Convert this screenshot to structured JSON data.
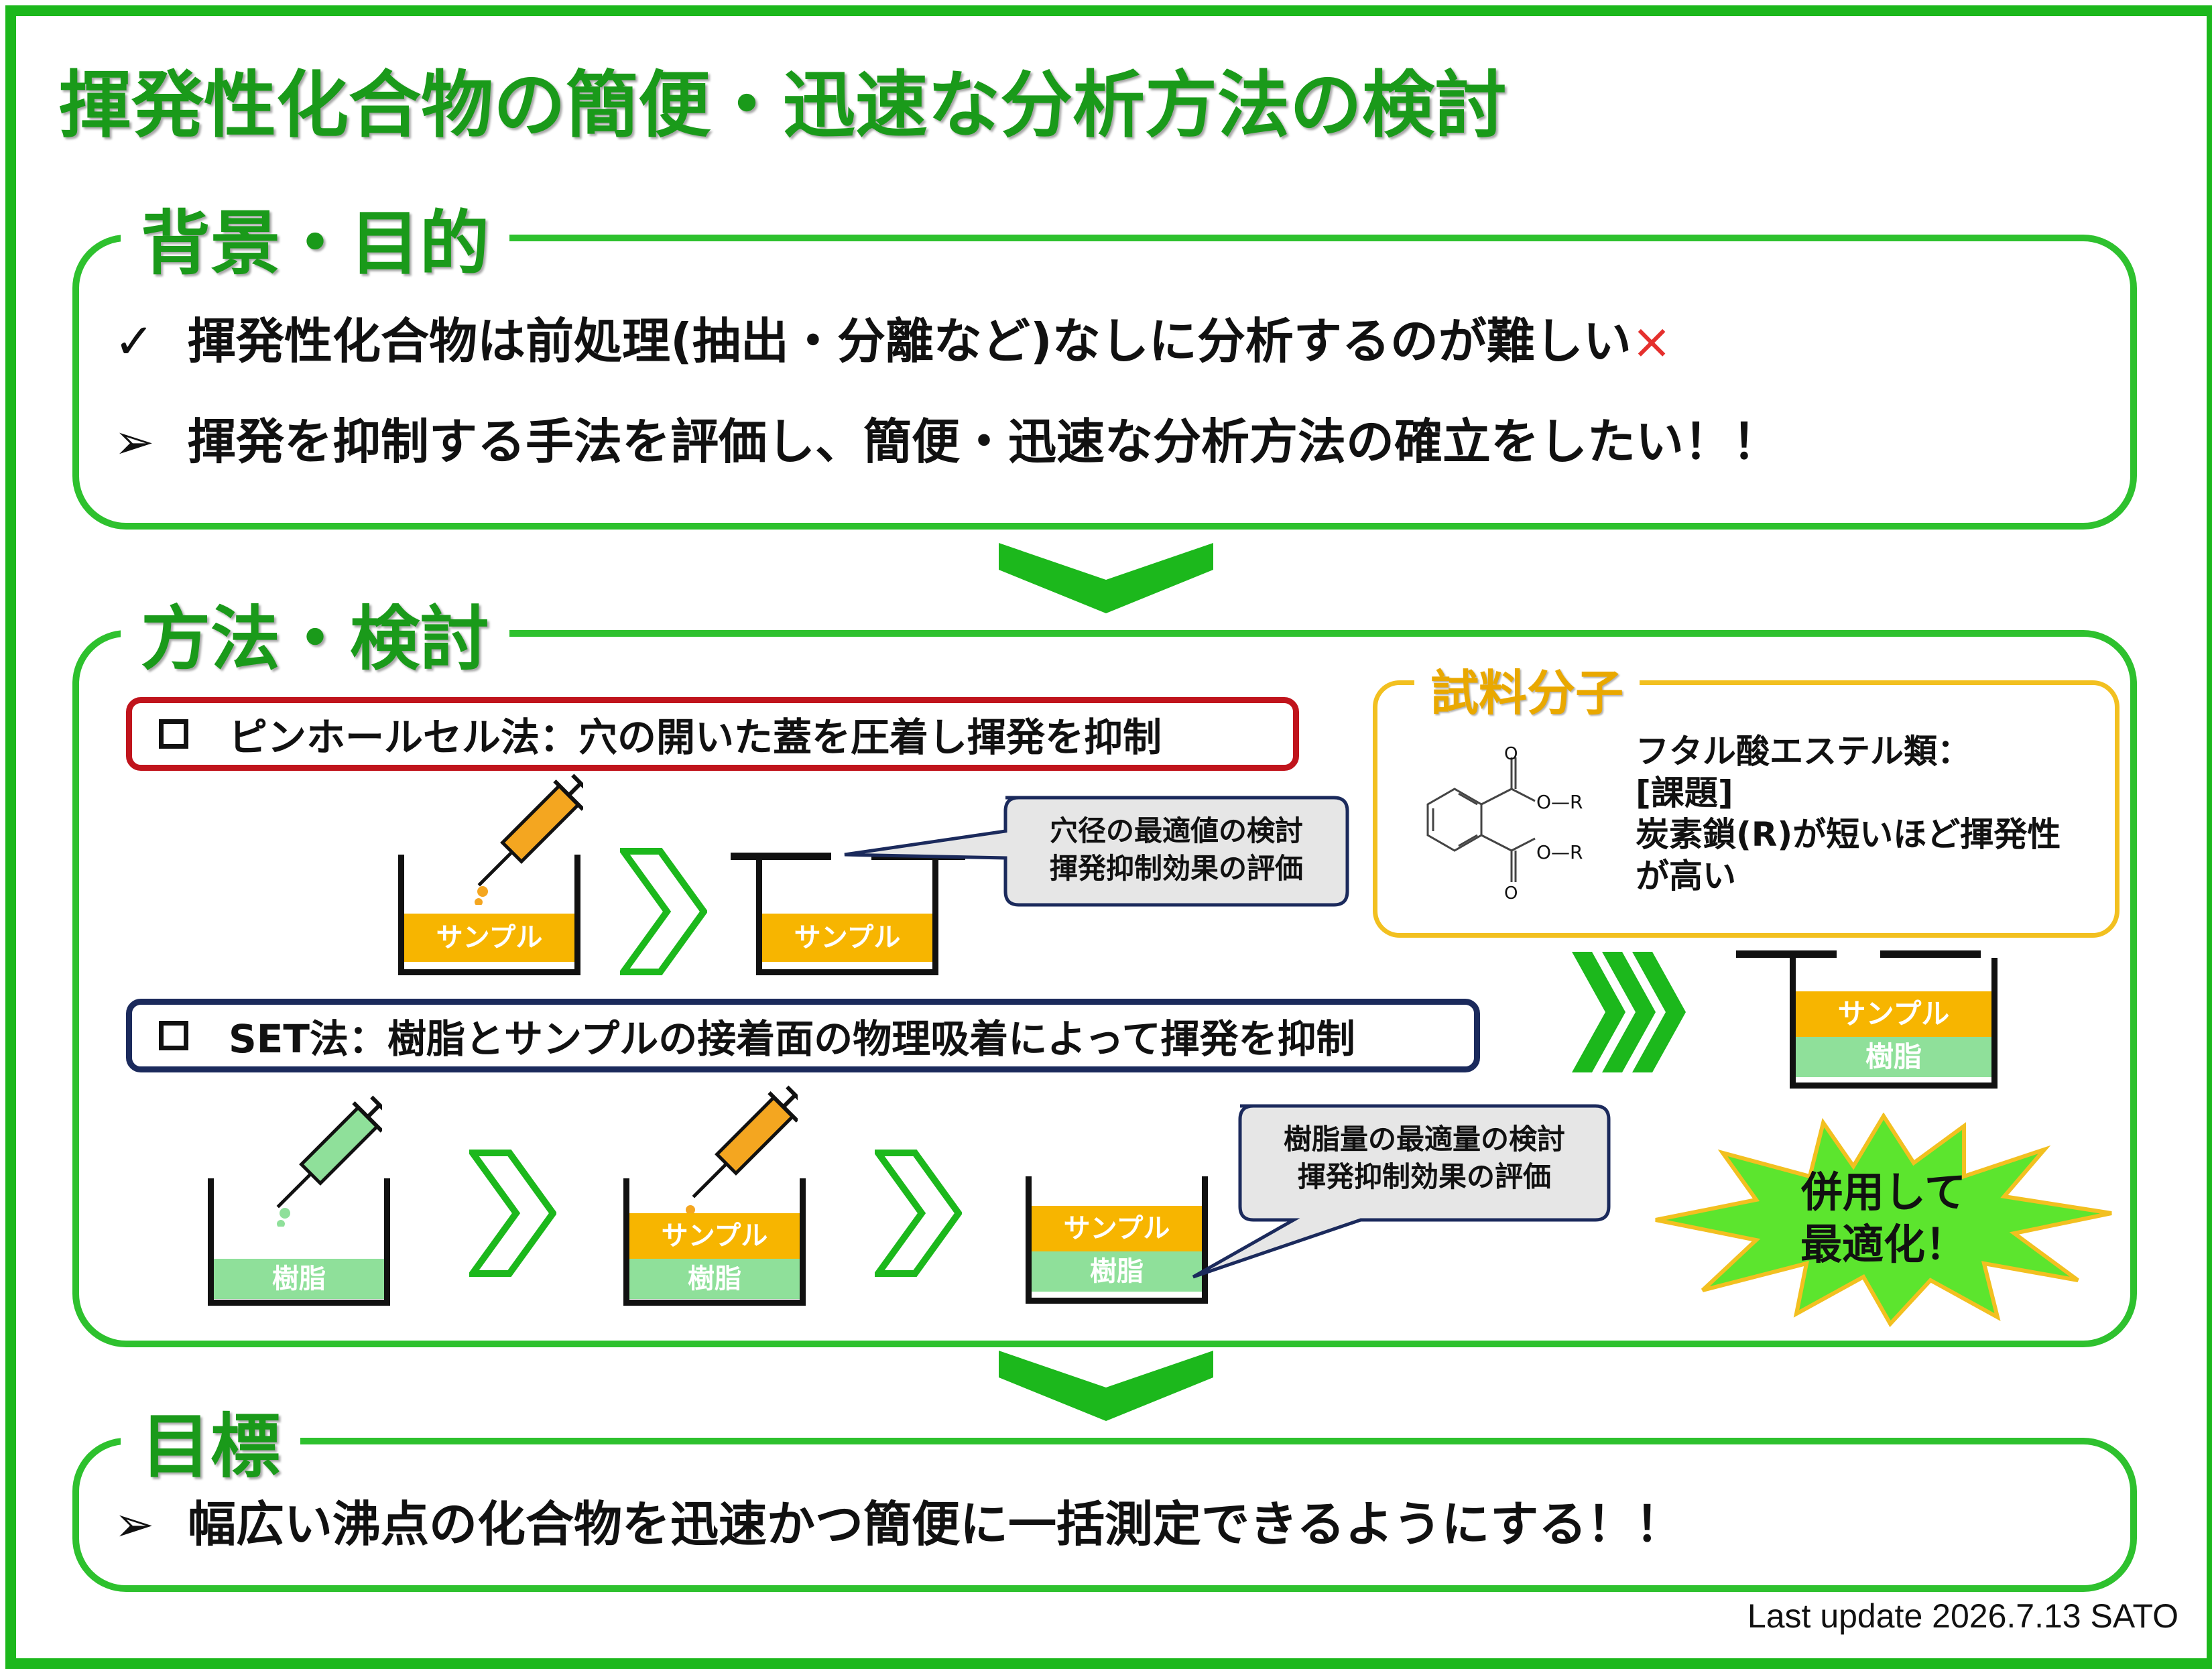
{
  "title": "揮発性化合物の簡便・迅速な分析方法の検討",
  "background": {
    "heading": "背景・目的",
    "line1": "揮発性化合物は前処理(抽出・分離など)なしに分析するのが難しい",
    "line1_mark": "✓",
    "line1_x": "×",
    "line2": "揮発を抑制する手法を評価し、簡便・迅速な分析方法の確立をしたい！！",
    "line2_mark": "➢"
  },
  "methods": {
    "heading": "方法・検討",
    "pinhole": {
      "title": "ピンホールセル法：穴の開いた蓋を圧着し揮発を抑制",
      "sample_label": "サンプル",
      "callout_line1": "穴径の最適値の検討",
      "callout_line2": "揮発抑制効果の評価"
    },
    "set": {
      "title": "SET法：樹脂とサンプルの接着面の物理吸着によって揮発を抑制",
      "sample_label": "サンプル",
      "resin_label": "樹脂",
      "callout_line1": "樹脂量の最適量の検討",
      "callout_line2": "揮発抑制効果の評価"
    },
    "reagent": {
      "heading": "試料分子",
      "line1": "フタル酸エステル類：",
      "line2": "[課題]",
      "line3": "炭素鎖(R)が短いほど揮発性",
      "line4": "が高い",
      "mol_o_r_top": "O—R",
      "mol_o_r_bottom": "O—R",
      "mol_o_top": "O",
      "mol_o_bottom": "O"
    },
    "combined": {
      "sample_label": "サンプル",
      "resin_label": "樹脂",
      "burst_line1": "併用して",
      "burst_line2": "最適化！"
    }
  },
  "goal": {
    "heading": "目標",
    "line": "幅広い沸点の化合物を迅速かつ簡便に一括測定できるようにする！！",
    "mark": "➢"
  },
  "footer": "Last update 2026.7.13 SATO",
  "colors": {
    "green_border": "#1cb81c",
    "heading_green": "#1a9a1a",
    "sample_orange": "#f7b500",
    "resin_green": "#8fe09a",
    "red_box": "#c0141c",
    "navy_box": "#1b2a5c",
    "reagent_yellow": "#f2c020",
    "burst_green": "#5ce52e"
  }
}
